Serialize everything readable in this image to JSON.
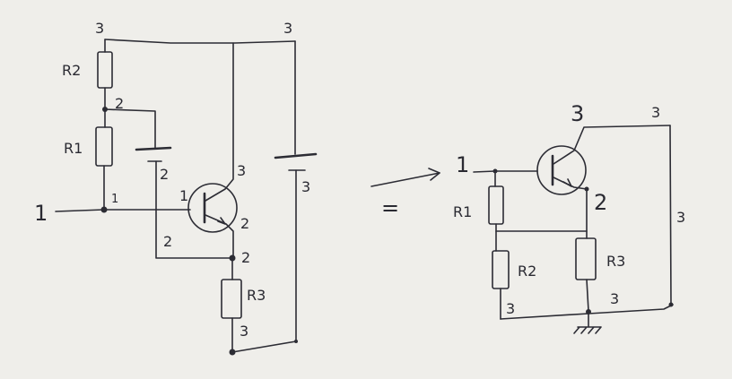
{
  "left": {
    "node_labels": [
      "3",
      "3",
      "2",
      "2",
      "1",
      "1",
      "1",
      "2",
      "2",
      "2",
      "3",
      "3",
      "3"
    ],
    "R1": "R1",
    "R2": "R2",
    "R3": "R3"
  },
  "equals": "=",
  "right": {
    "node_labels": [
      "3",
      "3",
      "1",
      "2",
      "3",
      "3",
      "3"
    ],
    "R1": "R1",
    "R2": "R2",
    "R3": "R3"
  }
}
